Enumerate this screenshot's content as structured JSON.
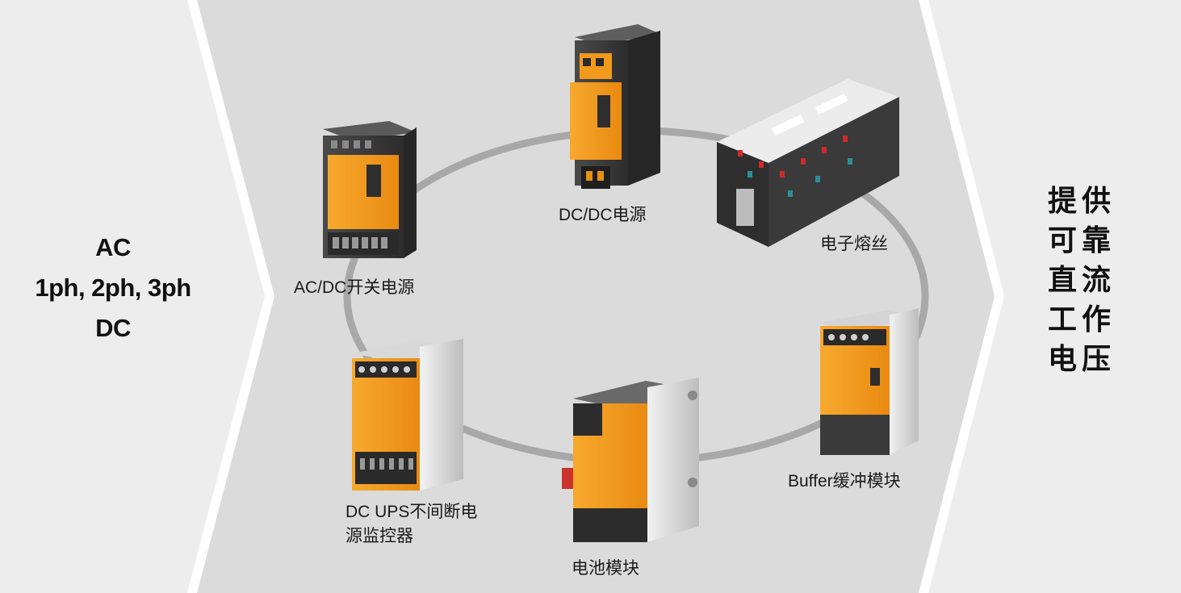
{
  "input": {
    "lines": [
      "AC",
      "1ph, 2ph, 3ph",
      "DC"
    ]
  },
  "output": {
    "lines": [
      "提供",
      "可靠",
      "直流",
      "工作",
      "电压"
    ]
  },
  "products": {
    "ac_dc": "AC/DC开关电源",
    "dc_dc": "DC/DC电源",
    "fuse": "电子熔丝",
    "buffer": "Buffer缓冲模块",
    "battery": "电池模块",
    "ups_line1": "DC UPS不间断电",
    "ups_line2": "源监控器"
  },
  "colors": {
    "panel_outer": "#ececec",
    "panel_center": "#dadada",
    "ring": "#a6a6a6",
    "module_orange": "#f39a1c",
    "module_dark": "#3d3d3d",
    "module_silver": "#d6d6d6"
  }
}
